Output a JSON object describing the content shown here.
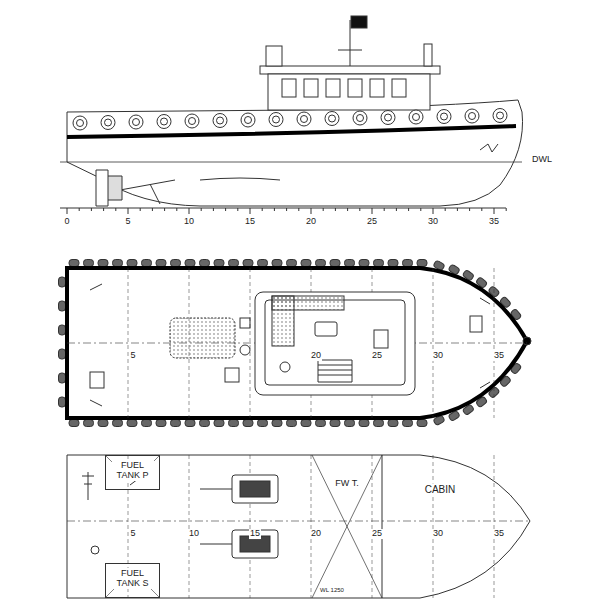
{
  "diagram": {
    "nodes": [
      {
        "text": [
          "FUEL TANK P"
        ]
      },
      {
        "text": [
          "FUEL TANK S"
        ]
      },
      {
        "text": [
          "FW T."
        ]
      }
    ],
    "labels": [
      "DWL",
      "0",
      "5",
      "10",
      "15",
      "20",
      "25",
      "30",
      "35",
      "5",
      "20",
      "25",
      "30",
      "35",
      "5",
      "10",
      "15",
      "20",
      "25",
      "30",
      "35",
      "CABIN",
      "WL 1250"
    ]
  }
}
